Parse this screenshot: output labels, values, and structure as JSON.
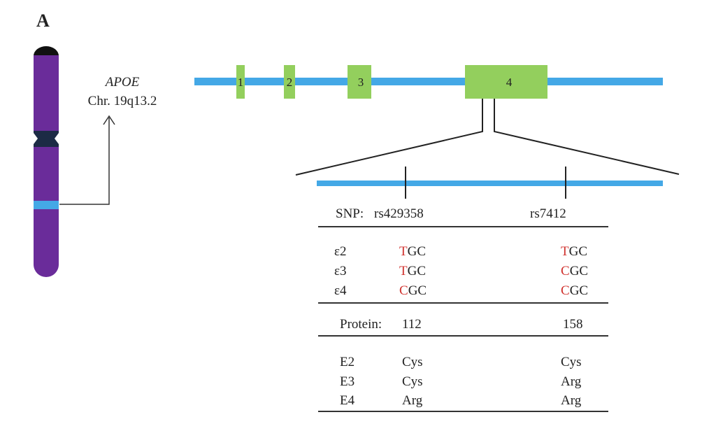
{
  "panel_label": "A",
  "gene": {
    "name": "APOE",
    "location": "Chr. 19q13.2"
  },
  "exons": [
    "1",
    "2",
    "3",
    "4"
  ],
  "colors": {
    "chromosome": "#6a2c9a",
    "centromere": "#1c2b45",
    "telomere": "#111111",
    "band": "#44a8e6",
    "gene_line": "#44a8e6",
    "exon": "#93cf5d",
    "snp_base": "#d0312d"
  },
  "snp": {
    "label": "SNP:",
    "ids": [
      "rs429358",
      "rs7412"
    ]
  },
  "alleles": [
    {
      "name": "ε2",
      "codons": [
        {
          "snp": "T",
          "rest": "GC"
        },
        {
          "snp": "T",
          "rest": "GC"
        }
      ]
    },
    {
      "name": "ε3",
      "codons": [
        {
          "snp": "T",
          "rest": "GC"
        },
        {
          "snp": "C",
          "rest": "GC"
        }
      ]
    },
    {
      "name": "ε4",
      "codons": [
        {
          "snp": "C",
          "rest": "GC"
        },
        {
          "snp": "C",
          "rest": "GC"
        }
      ]
    }
  ],
  "protein": {
    "label": "Protein:",
    "positions": [
      "112",
      "158"
    ]
  },
  "isoforms": [
    {
      "name": "E2",
      "residues": [
        "Cys",
        "Cys"
      ]
    },
    {
      "name": "E3",
      "residues": [
        "Cys",
        "Arg"
      ]
    },
    {
      "name": "E4",
      "residues": [
        "Arg",
        "Arg"
      ]
    }
  ]
}
